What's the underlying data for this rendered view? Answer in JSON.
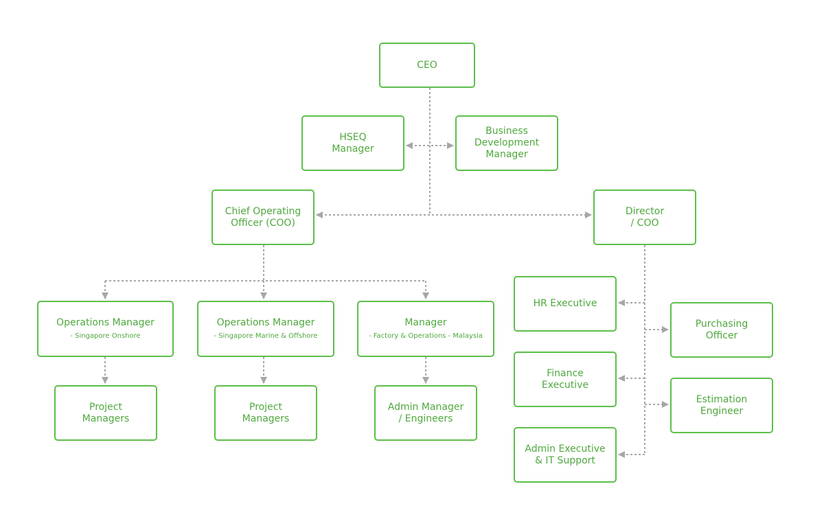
{
  "colors": {
    "box_border": "#5cbf4a",
    "text": "#4fa83e",
    "connector": "#a6a6a6"
  },
  "nodes": {
    "ceo": {
      "label": "CEO"
    },
    "hseq": {
      "label": "HSEQ\nManager"
    },
    "bdm": {
      "label": "Business\nDevelopment\nManager"
    },
    "coo_left": {
      "label": "Chief Operating\nOfficer (COO)"
    },
    "director": {
      "label": "Director\n/ COO"
    },
    "ops_onshore": {
      "label": "Operations Manager",
      "sub": "- Singapore Onshore"
    },
    "ops_marine": {
      "label": "Operations Manager",
      "sub": "- Singapore Marine & Offshore"
    },
    "mgr_factory": {
      "label": "Manager",
      "sub": "- Factory & Operations - Malaysia"
    },
    "pm_1": {
      "label": "Project\nManagers"
    },
    "pm_2": {
      "label": "Project\nManagers"
    },
    "admin_mgr": {
      "label": "Admin  Manager\n/ Engineers"
    },
    "hr": {
      "label": "HR Executive"
    },
    "finance": {
      "label": "Finance\nExecutive"
    },
    "admin_exec": {
      "label": "Admin Executive\n& IT Support"
    },
    "purchasing": {
      "label": "Purchasing\nOfficer"
    },
    "estimation": {
      "label": "Estimation\nEngineer"
    }
  }
}
